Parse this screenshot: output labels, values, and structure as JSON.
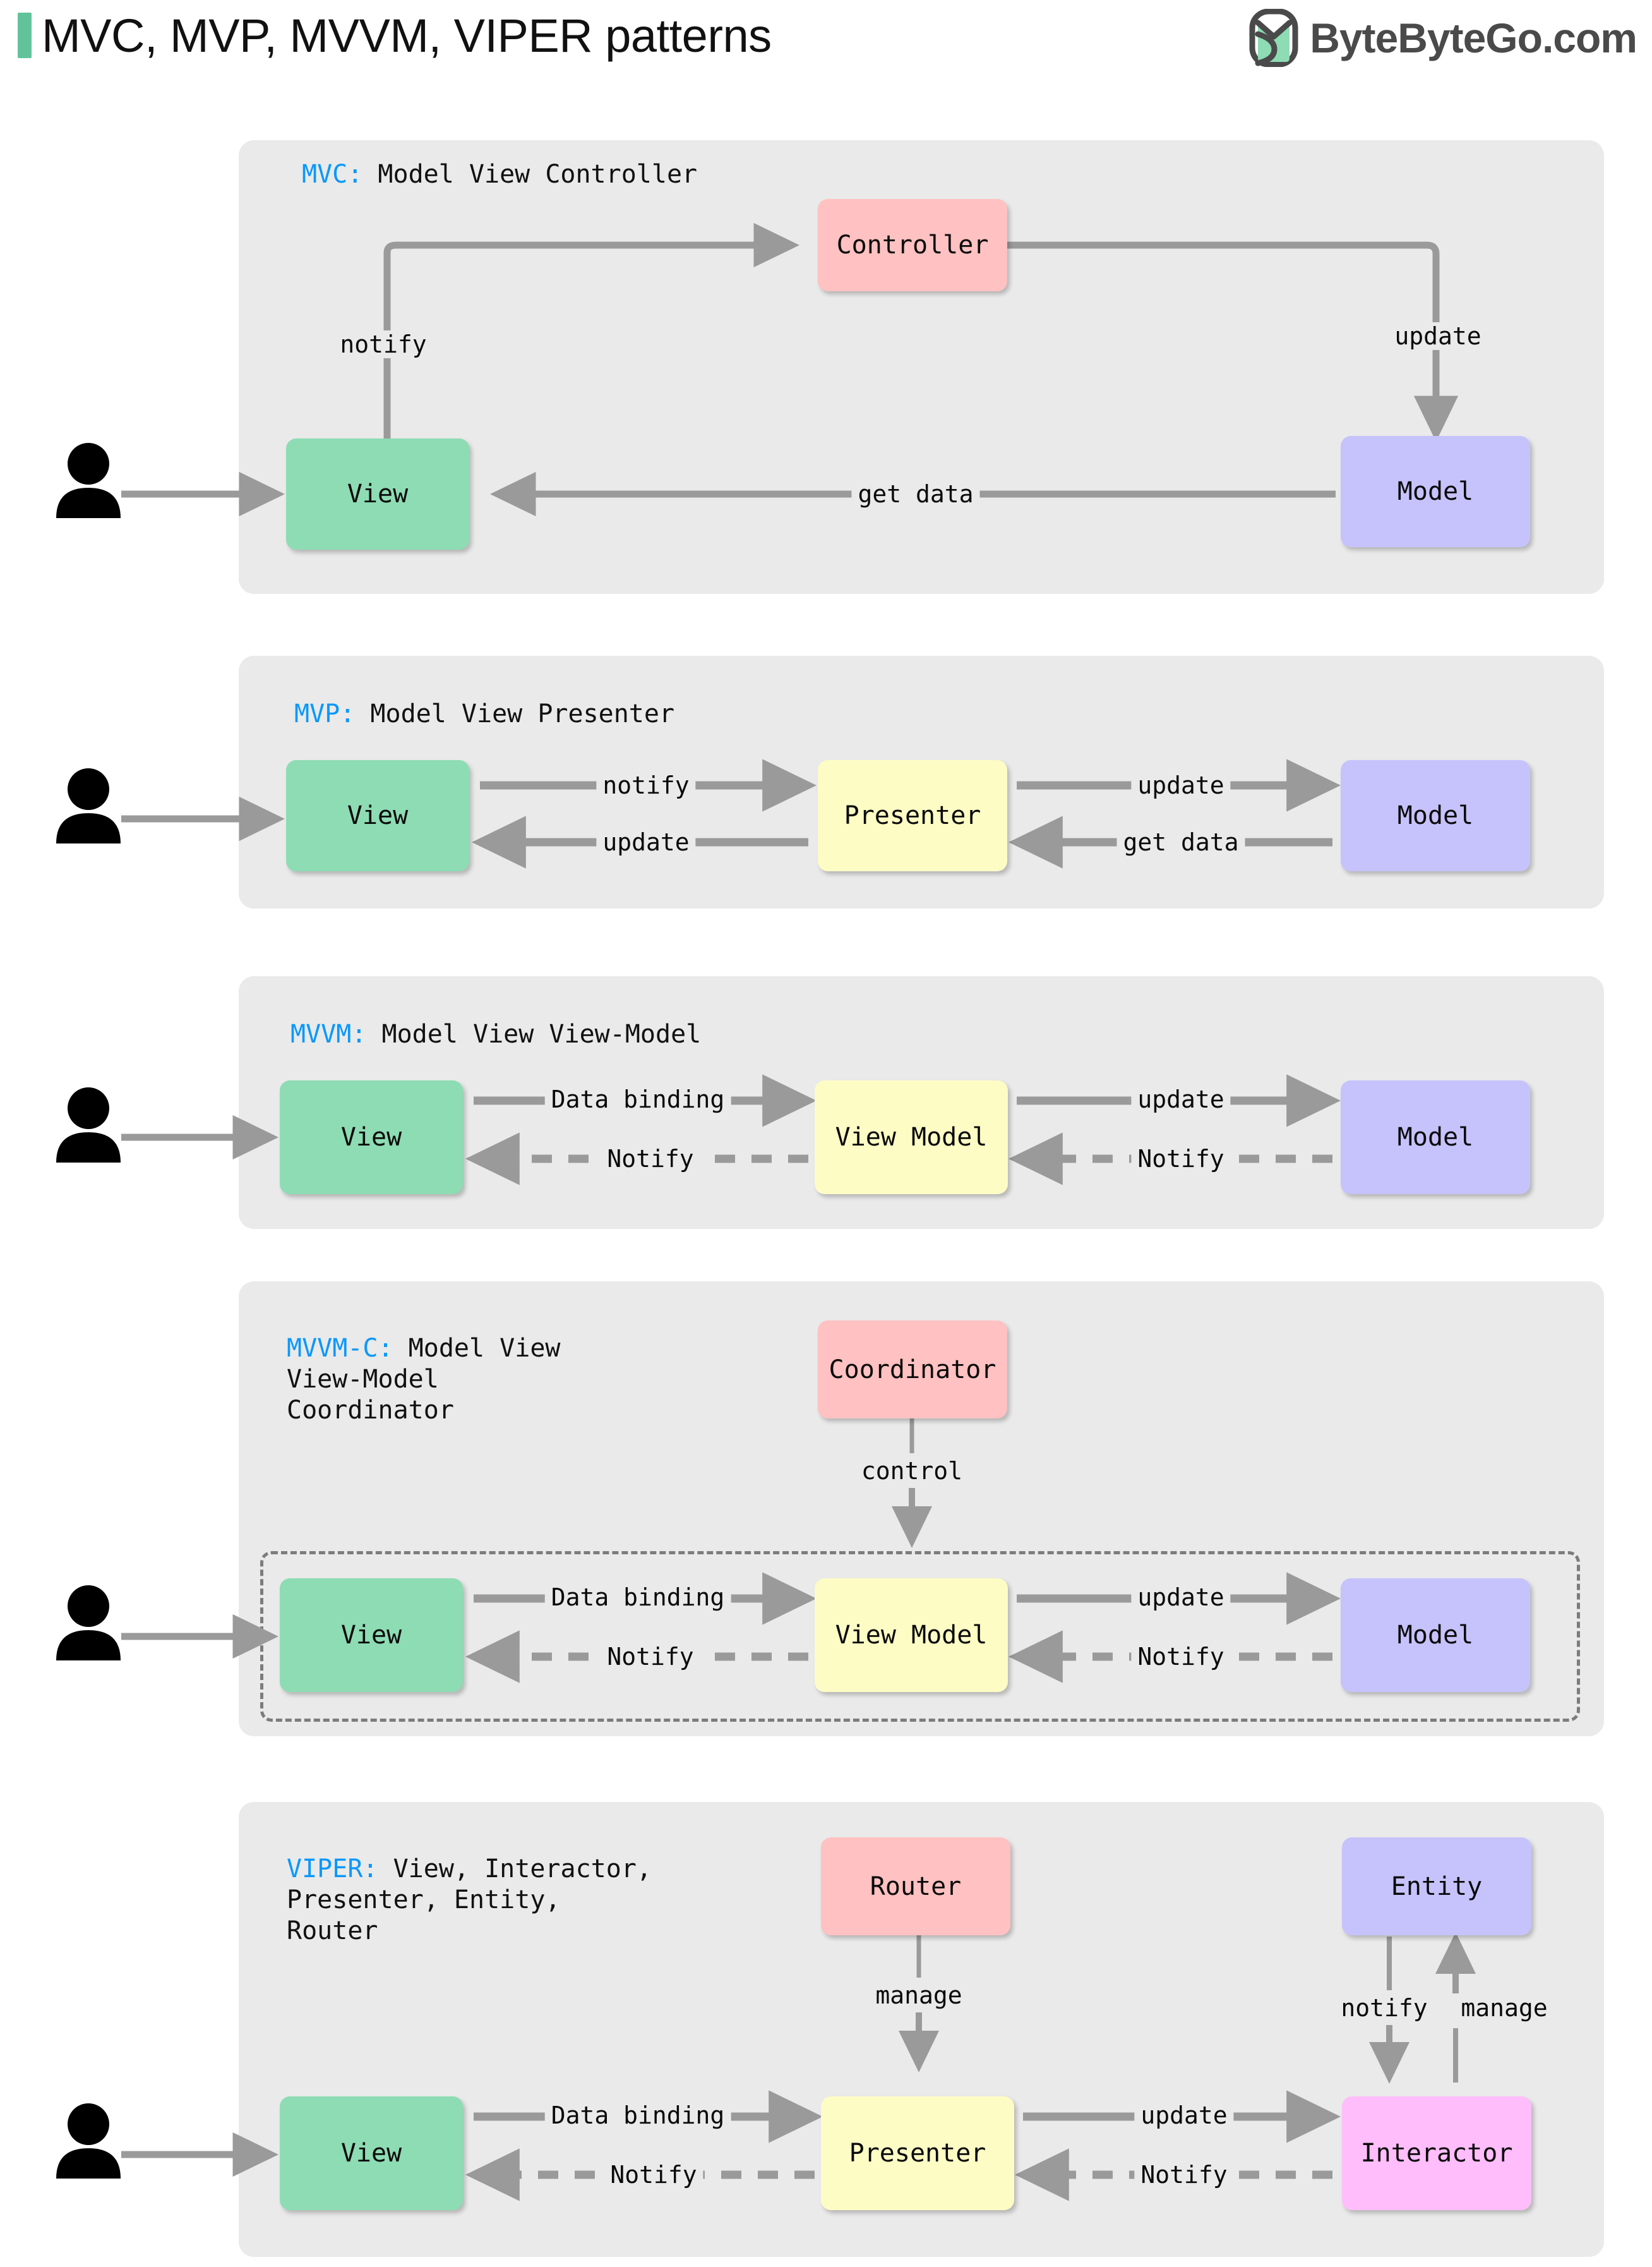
{
  "header": {
    "title": "MVC, MVP, MVVM, VIPER patterns",
    "brand_name": "ByteByteGo.com",
    "accent_color": "#62c39b",
    "logo_icon": "bytebytego-leaf-icon"
  },
  "colors": {
    "panel_bg": "#eaeaea",
    "view": "#8ddcb4",
    "model": "#c6c3fc",
    "controller": "#ffc1c1",
    "presenter": "#fdfcc5",
    "interactor": "#ffbdfb",
    "accent_blue": "#0a98fb",
    "arrow": "#9a9a9a"
  },
  "panels": [
    {
      "id": "mvc",
      "abbr": "MVC:",
      "title": " Model View Controller",
      "actor_icon": "user-icon",
      "nodes": [
        {
          "id": "view",
          "label": "View",
          "color": "view"
        },
        {
          "id": "controller",
          "label": "Controller",
          "color": "controller"
        },
        {
          "id": "model",
          "label": "Model",
          "color": "model"
        }
      ],
      "edges": [
        {
          "from": "actor",
          "to": "view",
          "label": ""
        },
        {
          "from": "view",
          "to": "controller",
          "label": "notify",
          "style": "solid"
        },
        {
          "from": "controller",
          "to": "model",
          "label": "update",
          "style": "solid"
        },
        {
          "from": "model",
          "to": "view",
          "label": "get data",
          "style": "solid"
        }
      ]
    },
    {
      "id": "mvp",
      "abbr": "MVP:",
      "title": " Model View Presenter",
      "actor_icon": "user-icon",
      "nodes": [
        {
          "id": "view",
          "label": "View",
          "color": "view"
        },
        {
          "id": "presenter",
          "label": "Presenter",
          "color": "presenter"
        },
        {
          "id": "model",
          "label": "Model",
          "color": "model"
        }
      ],
      "edges": [
        {
          "from": "actor",
          "to": "view",
          "label": ""
        },
        {
          "from": "view",
          "to": "presenter",
          "label": "notify",
          "style": "solid"
        },
        {
          "from": "presenter",
          "to": "model",
          "label": "update",
          "style": "solid"
        },
        {
          "from": "presenter",
          "to": "view",
          "label": "update",
          "style": "solid"
        },
        {
          "from": "model",
          "to": "presenter",
          "label": "get data",
          "style": "solid"
        }
      ]
    },
    {
      "id": "mvvm",
      "abbr": "MVVM:",
      "title": " Model View View-Model",
      "actor_icon": "user-icon",
      "nodes": [
        {
          "id": "view",
          "label": "View",
          "color": "view"
        },
        {
          "id": "viewmodel",
          "label": "View Model",
          "color": "presenter"
        },
        {
          "id": "model",
          "label": "Model",
          "color": "model"
        }
      ],
      "edges": [
        {
          "from": "actor",
          "to": "view",
          "label": ""
        },
        {
          "from": "view",
          "to": "viewmodel",
          "label": "Data binding",
          "style": "solid"
        },
        {
          "from": "viewmodel",
          "to": "model",
          "label": "update",
          "style": "solid"
        },
        {
          "from": "viewmodel",
          "to": "view",
          "label": "Notify",
          "style": "dashed"
        },
        {
          "from": "model",
          "to": "viewmodel",
          "label": "Notify",
          "style": "dashed"
        }
      ]
    },
    {
      "id": "mvvm-c",
      "abbr": "MVVM-C:",
      "title": " Model View\nView-Model\nCoordinator",
      "title_lines": [
        "MVVM-C: Model View",
        "View-Model",
        "Coordinator"
      ],
      "actor_icon": "user-icon",
      "nodes": [
        {
          "id": "coordinator",
          "label": "Coordinator",
          "color": "controller"
        },
        {
          "id": "view",
          "label": "View",
          "color": "view"
        },
        {
          "id": "viewmodel",
          "label": "View Model",
          "color": "presenter"
        },
        {
          "id": "model",
          "label": "Model",
          "color": "model"
        }
      ],
      "edges": [
        {
          "from": "actor",
          "to": "view",
          "label": ""
        },
        {
          "from": "coordinator",
          "to": "group",
          "label": "control",
          "style": "solid"
        },
        {
          "from": "view",
          "to": "viewmodel",
          "label": "Data binding",
          "style": "solid"
        },
        {
          "from": "viewmodel",
          "to": "model",
          "label": "update",
          "style": "solid"
        },
        {
          "from": "viewmodel",
          "to": "view",
          "label": "Notify",
          "style": "dashed"
        },
        {
          "from": "model",
          "to": "viewmodel",
          "label": "Notify",
          "style": "dashed"
        }
      ]
    },
    {
      "id": "viper",
      "abbr": "VIPER:",
      "title": " View, Interactor,\nPresenter, Entity,\nRouter",
      "title_lines": [
        "VIPER: View, Interactor,",
        "Presenter, Entity,",
        "Router"
      ],
      "actor_icon": "user-icon",
      "nodes": [
        {
          "id": "router",
          "label": "Router",
          "color": "controller"
        },
        {
          "id": "entity",
          "label": "Entity",
          "color": "model"
        },
        {
          "id": "view",
          "label": "View",
          "color": "view"
        },
        {
          "id": "presenter",
          "label": "Presenter",
          "color": "presenter"
        },
        {
          "id": "interactor",
          "label": "Interactor",
          "color": "interactor"
        }
      ],
      "edges": [
        {
          "from": "actor",
          "to": "view",
          "label": ""
        },
        {
          "from": "router",
          "to": "presenter",
          "label": "manage",
          "style": "solid"
        },
        {
          "from": "entity",
          "to": "interactor",
          "label": "notify",
          "style": "solid"
        },
        {
          "from": "interactor",
          "to": "entity",
          "label": "manage",
          "style": "solid"
        },
        {
          "from": "view",
          "to": "presenter",
          "label": "Data binding",
          "style": "solid"
        },
        {
          "from": "presenter",
          "to": "interactor",
          "label": "update",
          "style": "solid"
        },
        {
          "from": "presenter",
          "to": "view",
          "label": "Notify",
          "style": "dashed"
        },
        {
          "from": "interactor",
          "to": "presenter",
          "label": "Notify",
          "style": "dashed"
        }
      ]
    }
  ]
}
